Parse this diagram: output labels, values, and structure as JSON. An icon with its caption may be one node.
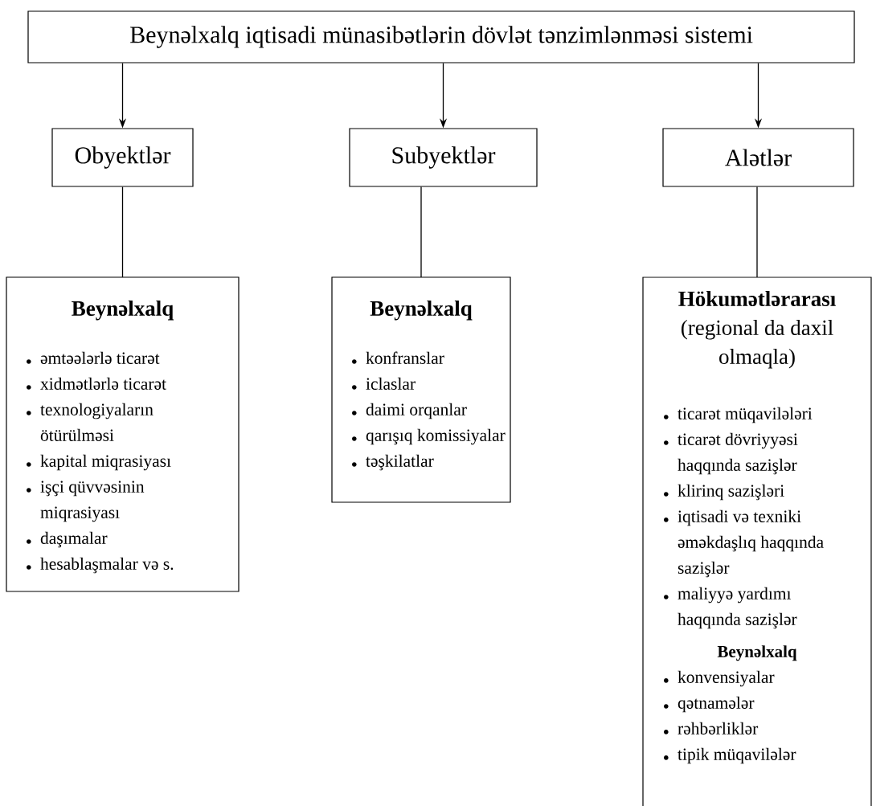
{
  "diagram": {
    "nodes": [
      {
        "text": [
          "Beynəlxalq iqtisadi münasibətlərin dövlət tənzimlənməsi sistemi"
        ]
      },
      {
        "text": [
          "Obyektlər"
        ]
      },
      {
        "text": [
          "Subyektlər"
        ]
      },
      {
        "text": [
          "Alətlər"
        ]
      },
      {
        "text": [
          "Beynəlxalq",
          "əmtəələrlə ticarət",
          "xidmətlərlə ticarət",
          "texnologiyaların ötürülməsi",
          "kapital miqrasiyası",
          "işçi qüvvəsinin miqrasiyası",
          "daşımalar",
          "hesablaşmalar və s."
        ]
      },
      {
        "text": [
          "Beynəlxalq",
          "konfranslar",
          "iclaslar",
          "daimi orqanlar",
          "qarışıq komissiyalar",
          "təşkilatlar"
        ]
      },
      {
        "text": [
          "Hökumətlərarası",
          "(regional da daxil olmaqla)",
          "ticarət müqavilələri",
          "ticarət dövriyyəsi haqqında sazişlər",
          "klirinq sazişləri",
          "iqtisadi və texniki əməkdaşlıq haqqında sazişlər",
          "maliyyə yardımı haqqında sazişlər",
          "Beynəlxalq",
          "konvensiyalar",
          "qətnamələr",
          "rəhbərliklər",
          "tipik müqavilələr"
        ]
      }
    ],
    "edges": [
      {
        "from": 0,
        "to": 1,
        "arrow": "to"
      },
      {
        "from": 0,
        "to": 2,
        "arrow": "to"
      },
      {
        "from": 0,
        "to": 3,
        "arrow": "to"
      },
      {
        "from": 1,
        "to": 4,
        "arrow": "none"
      },
      {
        "from": 2,
        "to": 5,
        "arrow": "none"
      },
      {
        "from": 3,
        "to": 6,
        "arrow": "none"
      }
    ]
  }
}
